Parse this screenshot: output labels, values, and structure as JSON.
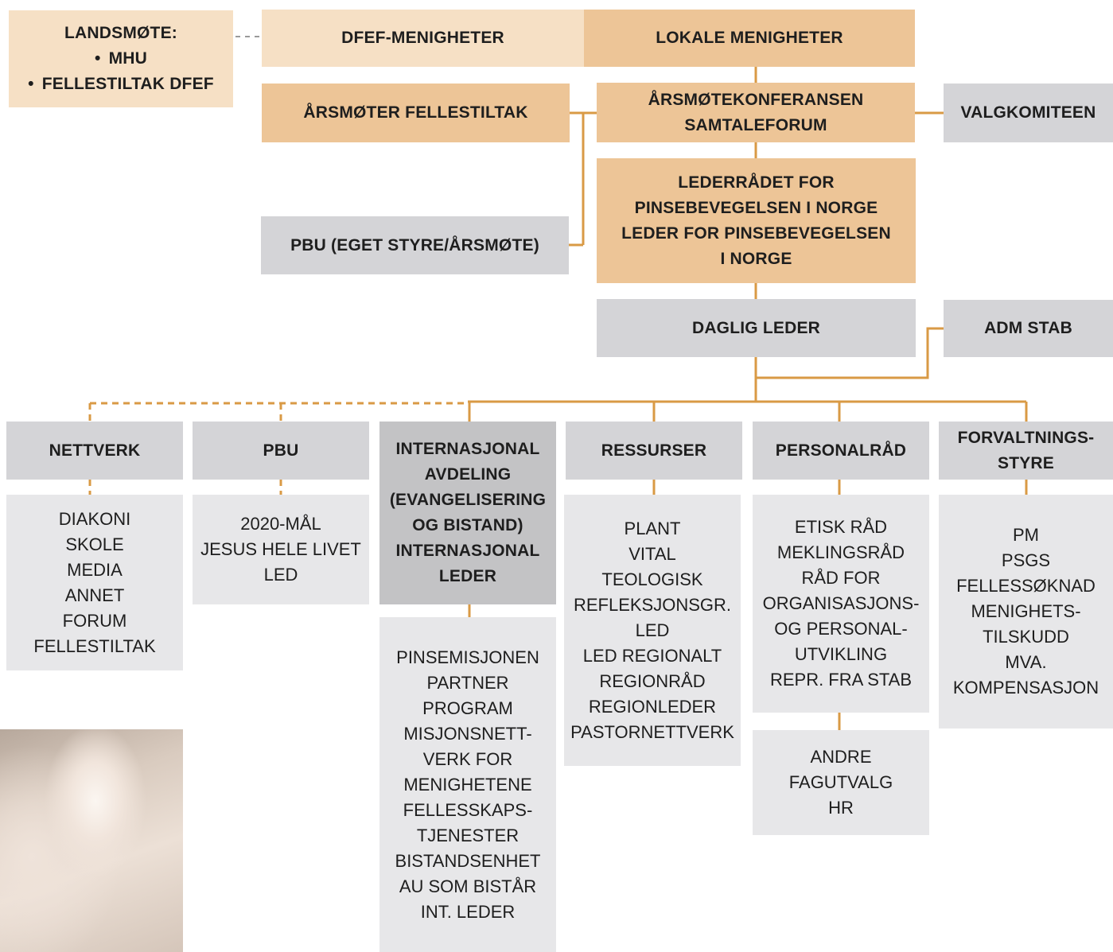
{
  "colors": {
    "line": "#d99a45",
    "peach_dark": "#edc597",
    "peach_light": "#f6e0c5",
    "grey_mid": "#d4d4d7",
    "grey_dark": "#c3c3c5",
    "grey_light": "#e7e7e9"
  },
  "landsmote": {
    "title": "LANDSMØTE:",
    "items": [
      "MHU",
      "FELLESTILTAK DFEF"
    ],
    "bullet": "•"
  },
  "top": {
    "dfef": "DFEF-MENIGHETER",
    "lokale": "LOKALE MENIGHETER"
  },
  "arsmoter_fellestiltak": "ÅRSMØTER FELLESTILTAK",
  "arsmotekonferansen": [
    "ÅRSMØTEKONFERANSEN",
    "SAMTALEFORUM"
  ],
  "valgkomiteen": "VALGKOMITEEN",
  "lederradet": [
    "LEDERRÅDET FOR",
    "PINSEBEVEGELSEN I NORGE",
    "LEDER FOR PINSEBEVEGELSEN",
    "I NORGE"
  ],
  "pbu_styre": "PBU (EGET STYRE/ÅRSMØTE)",
  "daglig_leder": "DAGLIG LEDER",
  "adm_stab": "ADM STAB",
  "departments": {
    "nettverk": {
      "header": [
        "NETTVERK"
      ],
      "items": [
        "DIAKONI",
        "SKOLE",
        "MEDIA",
        "ANNET",
        "FORUM",
        "FELLESTILTAK"
      ]
    },
    "pbu": {
      "header": [
        "PBU"
      ],
      "items": [
        "2020-MÅL",
        "JESUS HELE LIVET",
        "LED"
      ]
    },
    "internasjonal": {
      "header": [
        "INTERNASJONAL",
        "AVDELING",
        "(EVANGELISERING",
        "OG BISTAND)",
        "INTERNASJONAL",
        "LEDER"
      ],
      "items": [
        "PINSEMISJONEN",
        "PARTNER",
        "PROGRAM",
        "MISJONSNETT-",
        "VERK FOR",
        "MENIGHETENE",
        "FELLESSKAPS-",
        "TJENESTER",
        "BISTANDSENHET",
        "AU SOM BISTÅR",
        "INT. LEDER"
      ]
    },
    "ressurser": {
      "header": [
        "RESSURSER"
      ],
      "items": [
        "PLANT",
        "VITAL",
        "TEOLOGISK",
        "REFLEKSJONSGR.",
        "LED",
        "LED REGIONALT",
        "REGIONRÅD",
        "REGIONLEDER",
        "PASTORNETTVERK"
      ]
    },
    "personalrad": {
      "header": [
        "PERSONALRÅD"
      ],
      "items": [
        "ETISK RÅD",
        "MEKLINGSRÅD",
        "RÅD FOR",
        "ORGANISASJONS-",
        "OG PERSONAL-",
        "UTVIKLING",
        "REPR. FRA STAB"
      ],
      "sub_items": [
        "ANDRE",
        "FAGUTVALG",
        "HR"
      ]
    },
    "forvaltning": {
      "header": [
        "FORVALTNINGS-",
        "STYRE"
      ],
      "items": [
        "PM",
        "PSGS",
        "FELLESSØKNAD",
        "MENIGHETS-",
        "TILSKUDD",
        "MVA.",
        "KOMPENSASJON"
      ]
    }
  }
}
